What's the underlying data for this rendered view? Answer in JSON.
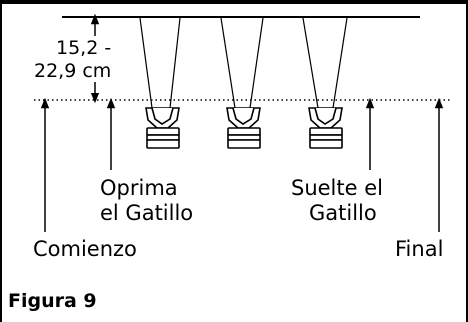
{
  "diagram": {
    "distance_label_line1": "15,2 -",
    "distance_label_line2": "22,9 cm",
    "label_start": "Comienzo",
    "label_press_line1": "Oprima",
    "label_press_line2": "el Gatillo",
    "label_release_line1": "Suelte el",
    "label_release_line2": "Gatillo",
    "label_end": "Final",
    "figure_caption": "Figura 9"
  }
}
